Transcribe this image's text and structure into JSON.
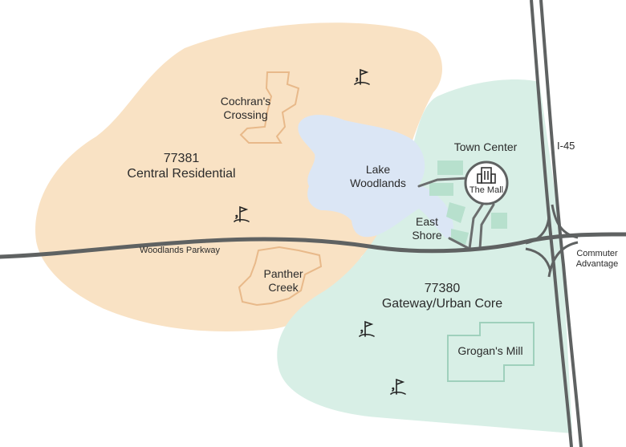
{
  "zones": {
    "central_residential": {
      "zip": "77381",
      "name": "Central Residential",
      "color": "#f9e2c4"
    },
    "gateway_urban_core": {
      "zip": "77380",
      "name": "Gateway/Urban Core",
      "color": "#d8efe6"
    }
  },
  "water": {
    "lake": {
      "line1": "Lake",
      "line2": "Woodlands",
      "color": "#dbe6f5"
    }
  },
  "places": {
    "cochrans_crossing": {
      "line1": "Cochran's",
      "line2": "Crossing"
    },
    "panther_creek": {
      "line1": "Panther",
      "line2": "Creek"
    },
    "town_center": "Town Center",
    "the_mall": "The Mall",
    "east_shore": {
      "line1": "East",
      "line2": "Shore"
    },
    "grogans_mill": "Grogan's Mill"
  },
  "roads": {
    "woodlands_parkway": "Woodlands Parkway",
    "i45": "I-45",
    "commuter_advantage": {
      "line1": "Commuter",
      "line2": "Advantage"
    },
    "road_color": "#5f6262"
  },
  "icons": {
    "golf": "golf-flag-icon",
    "mall": "building-icon"
  }
}
